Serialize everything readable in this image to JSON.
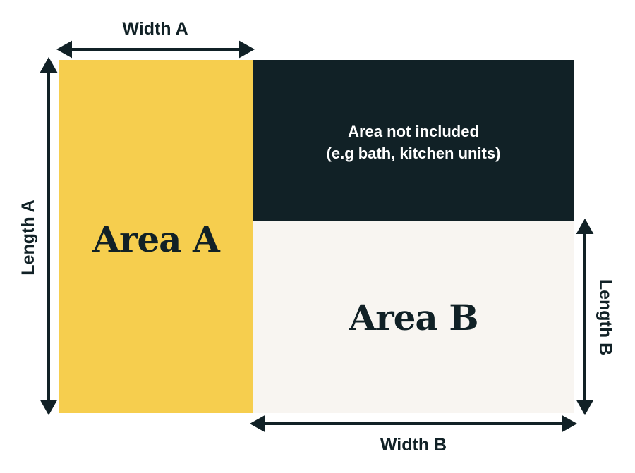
{
  "colors": {
    "area_a": "#F6CE4E",
    "excluded": "#112126",
    "area_b": "#F8F5F1",
    "ink": "#112126",
    "excluded_text": "#FFFFFF"
  },
  "regions": {
    "area_a_label": "Area A",
    "area_b_label": "Area B",
    "excluded_line1": "Area not included",
    "excluded_line2": "(e.g bath, kitchen units)"
  },
  "dimensions": {
    "width_a": "Width A",
    "length_a": "Length A",
    "width_b": "Width B",
    "length_b": "Length B"
  }
}
